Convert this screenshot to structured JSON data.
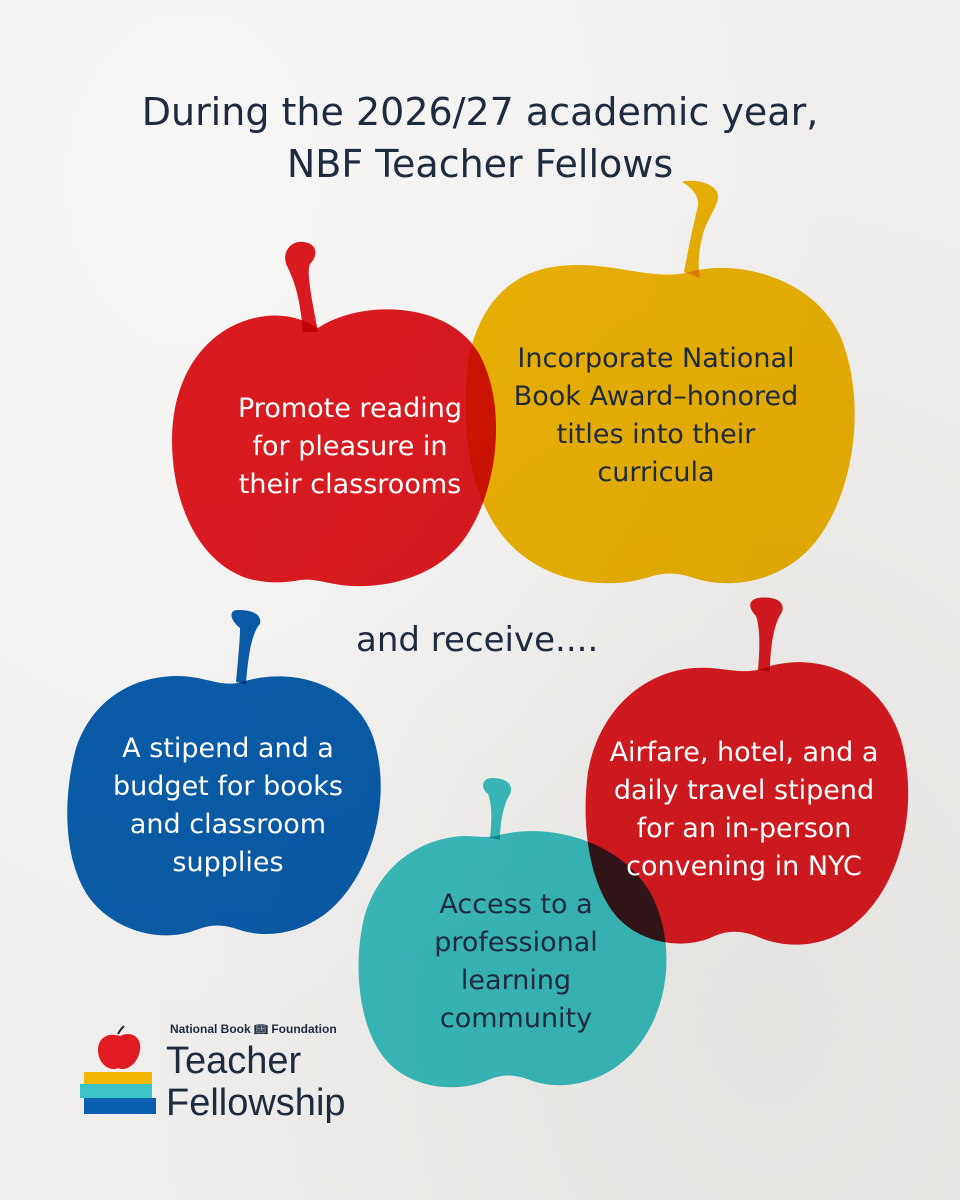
{
  "headline": {
    "line1": "During the 2026/27 academic year,",
    "line2": "NBF Teacher Fellows"
  },
  "apples_top": [
    {
      "lines": [
        "Promote reading",
        "for pleasure in",
        "their classrooms"
      ],
      "color": "#e11b22"
    },
    {
      "lines": [
        "Incorporate National",
        "Book Award–honored",
        "titles into their",
        "curricula"
      ],
      "color": "#f2b705"
    }
  ],
  "divider_text": "and receive....",
  "apples_bottom": [
    {
      "lines": [
        "A stipend and a",
        "budget for books",
        "and classroom",
        "supplies"
      ],
      "color": "#0a5fb0"
    },
    {
      "lines": [
        "Airfare, hotel, and a",
        "daily travel stipend",
        "for an in-person",
        "convening in NYC"
      ],
      "color": "#e11b22"
    },
    {
      "lines": [
        "Access to a",
        "professional",
        "learning",
        "community"
      ],
      "color": "#3cc3c6"
    }
  ],
  "logo": {
    "org": "National Book",
    "org_icon": "open-book-icon",
    "org_suffix": "Foundation",
    "name_line1": "Teacher",
    "name_line2": "Fellowship",
    "colors": {
      "apple": "#e11b22",
      "book_top": "#f2b705",
      "book_mid": "#3cc3c6",
      "book_bottom": "#0a5fb0"
    }
  }
}
